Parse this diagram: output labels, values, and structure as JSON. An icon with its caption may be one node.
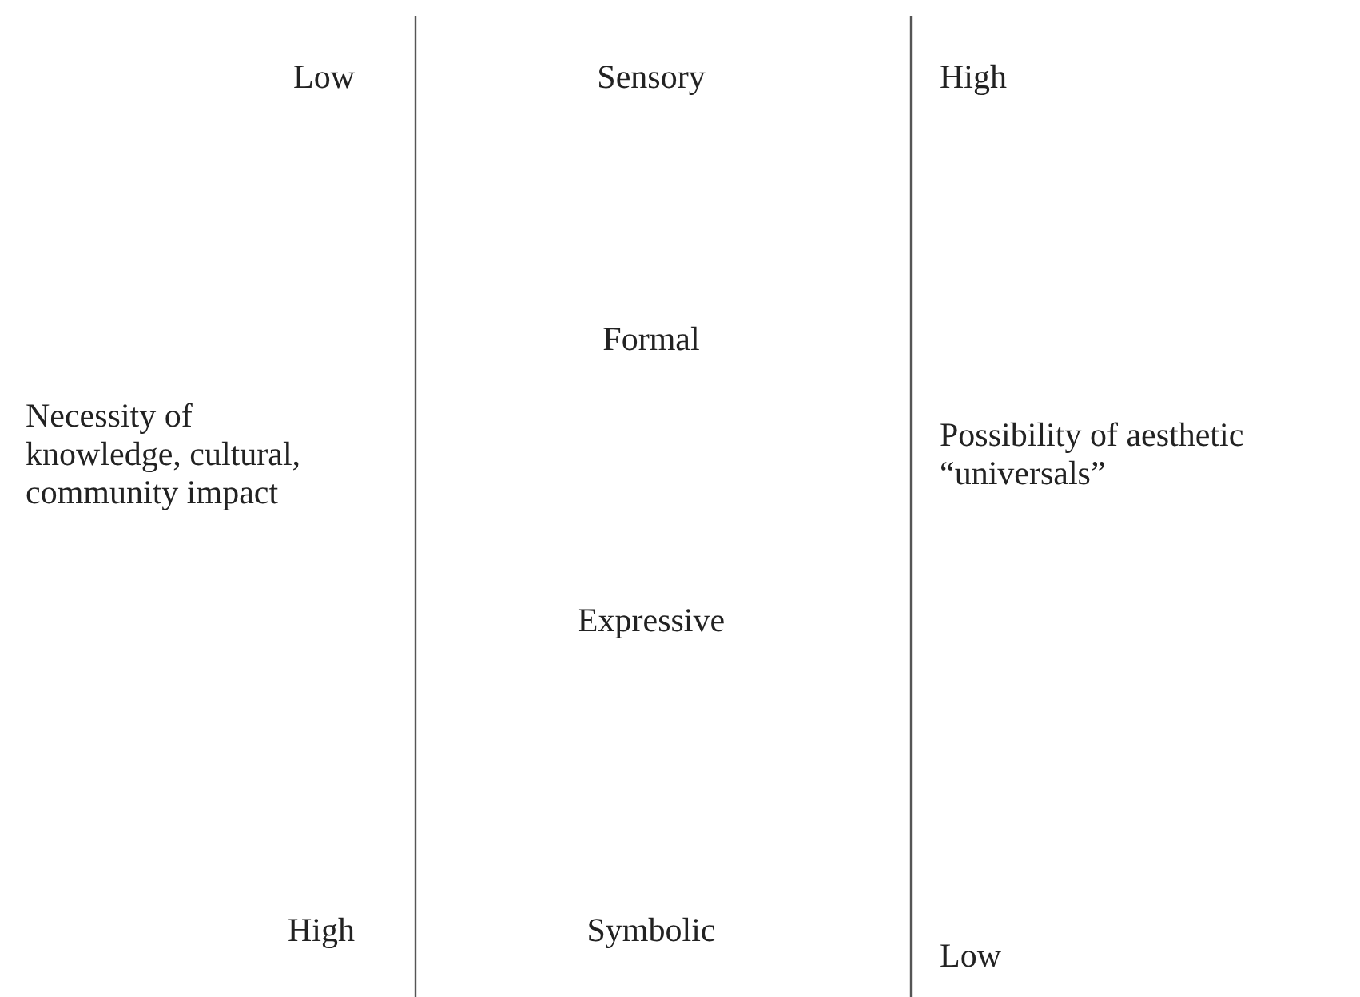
{
  "diagram": {
    "labels": [
      "Low",
      "Sensory",
      "High",
      "Formal",
      "Necessity of knowledge, cultural, community impact",
      "Possibility of aesthetic “universals”",
      "Expressive",
      "High",
      "Symbolic",
      "Low"
    ]
  }
}
